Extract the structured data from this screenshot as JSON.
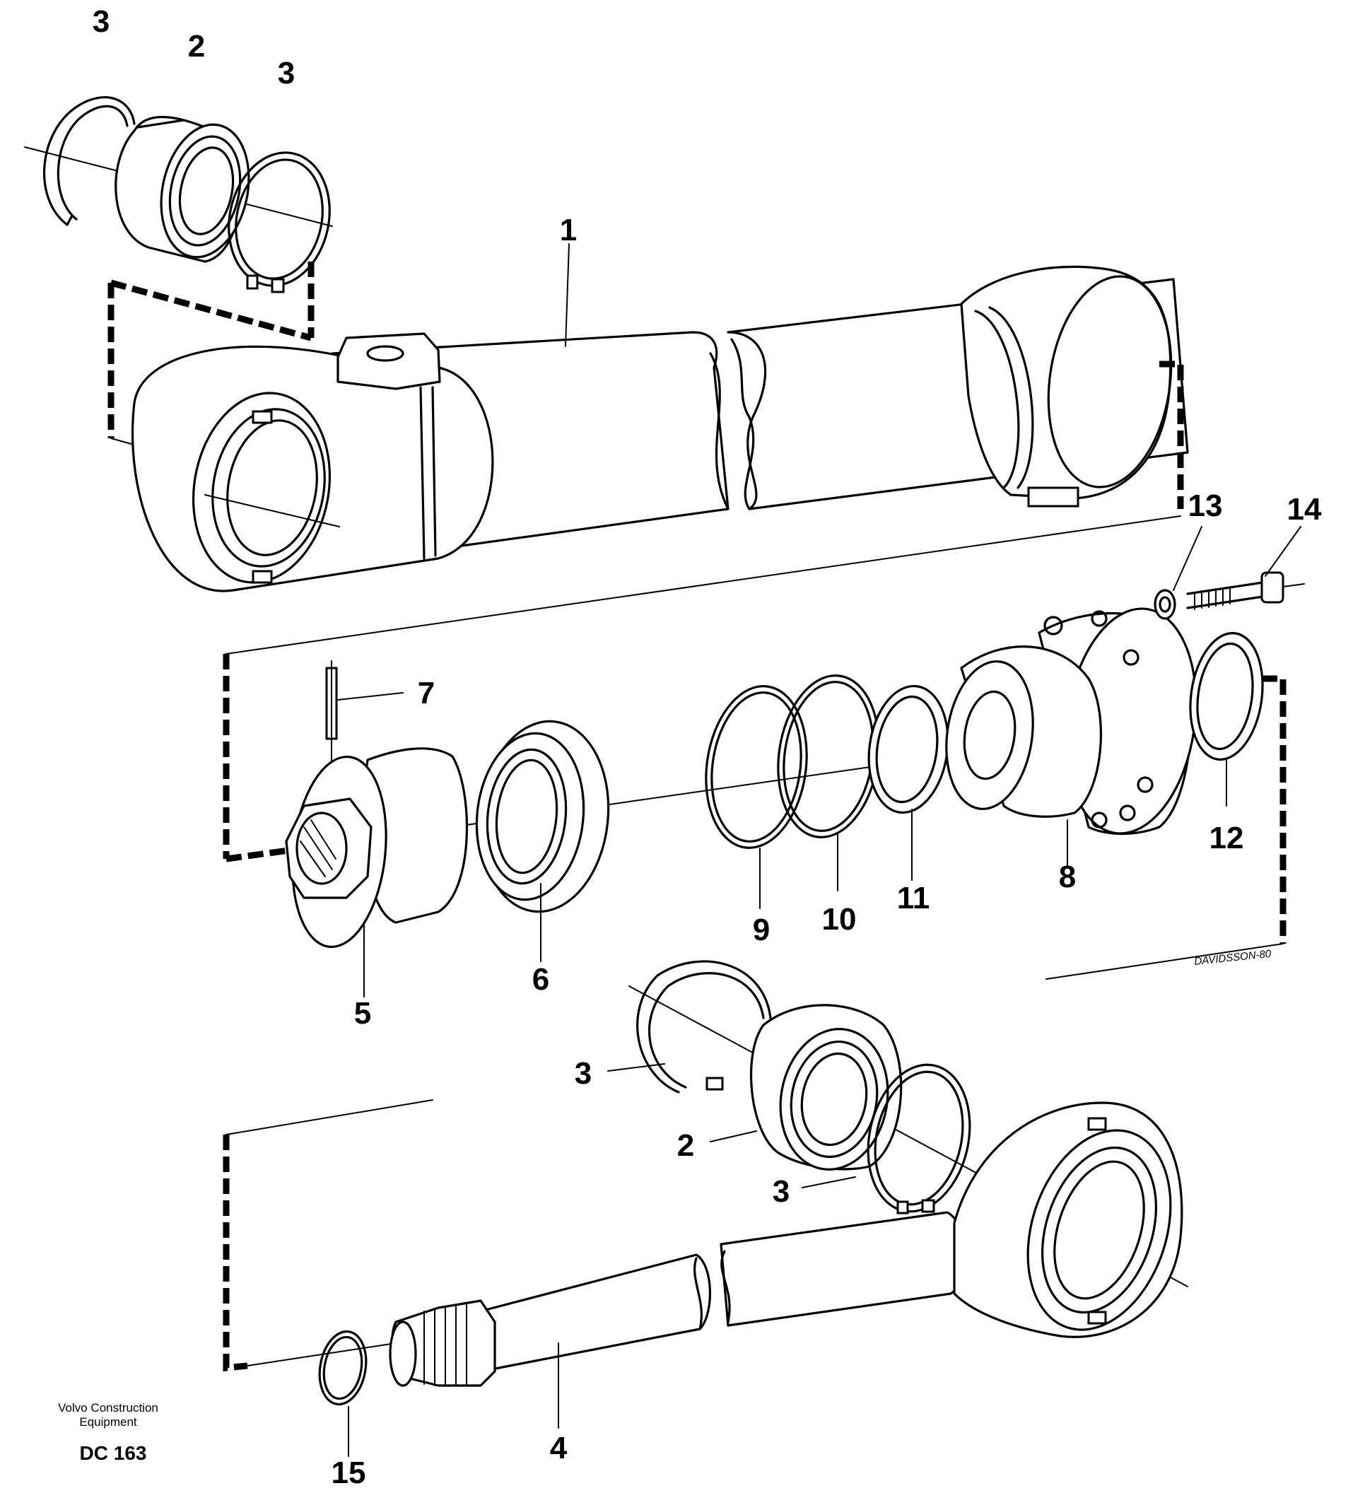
{
  "callouts": {
    "c1": "1",
    "c2_top": "2",
    "c2_bottom": "2",
    "c3_top_left": "3",
    "c3_top_right": "3",
    "c3_bottom_upper": "3",
    "c3_bottom_lower": "3",
    "c4": "4",
    "c5": "5",
    "c6": "6",
    "c7": "7",
    "c8": "8",
    "c9": "9",
    "c10": "10",
    "c11": "11",
    "c12": "12",
    "c13": "13",
    "c14": "14",
    "c15": "15"
  },
  "artist_credit": "DAVIDSSON-80",
  "footer": {
    "company_line1": "Volvo Construction",
    "company_line2": "Equipment",
    "drawing_code": "DC 163"
  }
}
